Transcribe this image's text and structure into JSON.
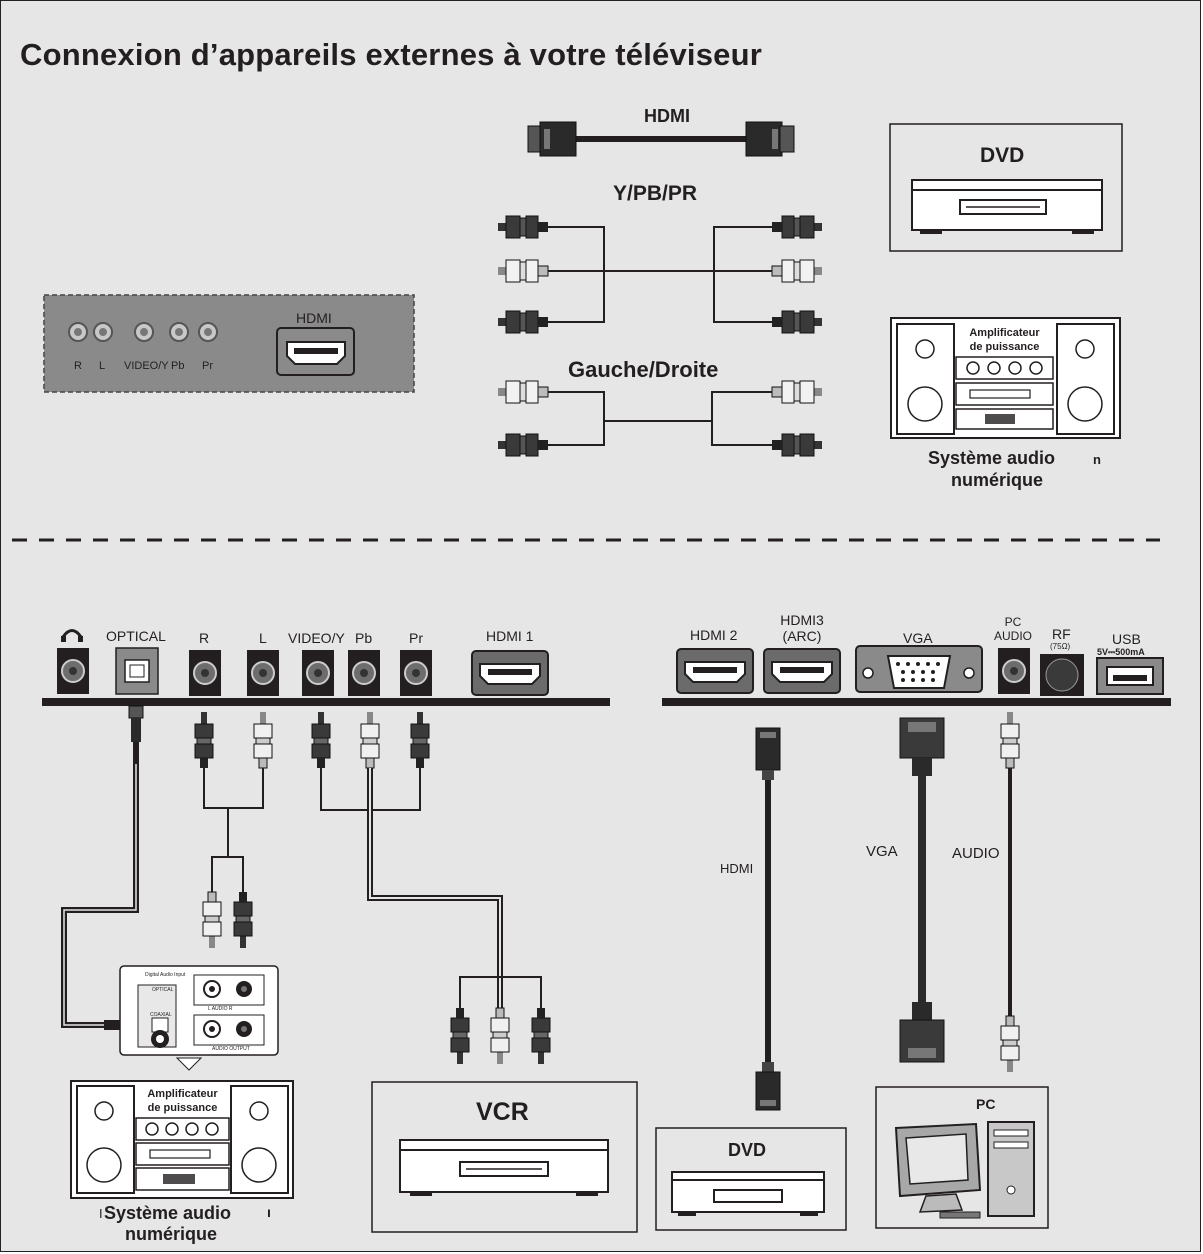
{
  "title": "Connexion d’appareils externes à votre téléviseur",
  "top": {
    "panel": {
      "jacks": [
        "R",
        "L",
        "VIDEO/Y",
        "Pb",
        "Pr"
      ],
      "hdmi": "HDMI"
    },
    "cables": {
      "hdmi": "HDMI",
      "component": "Y/PB/PR",
      "audio": "Gauche/Droite"
    },
    "dvd_label": "DVD",
    "amp": {
      "line1": "Amplificateur",
      "line2": "de puissance",
      "system_line1": "Système audio",
      "system_mark": "n",
      "system_line2": "numérique"
    }
  },
  "bottom": {
    "left_ports": {
      "optical": "OPTICAL",
      "r": "R",
      "l": "L",
      "video": "VIDEO/Y",
      "pb": "Pb",
      "pr": "Pr",
      "hdmi1": "HDMI 1"
    },
    "right_ports": {
      "hdmi2": "HDMI 2",
      "hdmi3_a": "HDMI3",
      "hdmi3_b": "(ARC)",
      "vga": "VGA",
      "pc_audio_a": "PC",
      "pc_audio_b": "AUDIO",
      "rf": "RF",
      "rf_ohm": "(75Ω)",
      "usb": "USB",
      "usb_spec": "5V⎓500mA"
    },
    "receiver_panel": {
      "digital_input": "Digital Audio Input",
      "optical": "OPTICAL",
      "coaxial": "COAXIAL",
      "audio_in": "L    AUDIO    R",
      "audio_out": "AUDIO OUTPUT"
    },
    "amp": {
      "line1": "Amplificateur",
      "line2": "de puissance",
      "system_mark_left": "I",
      "system_line1": "Système audio",
      "system_mark_right": "ı",
      "system_line2": "numérique"
    },
    "vcr_label": "VCR",
    "dvd_label": "DVD",
    "pc_label": "PC",
    "cable_labels": {
      "hdmi": "HDMI",
      "vga": "VGA",
      "audio": "AUDIO"
    }
  }
}
